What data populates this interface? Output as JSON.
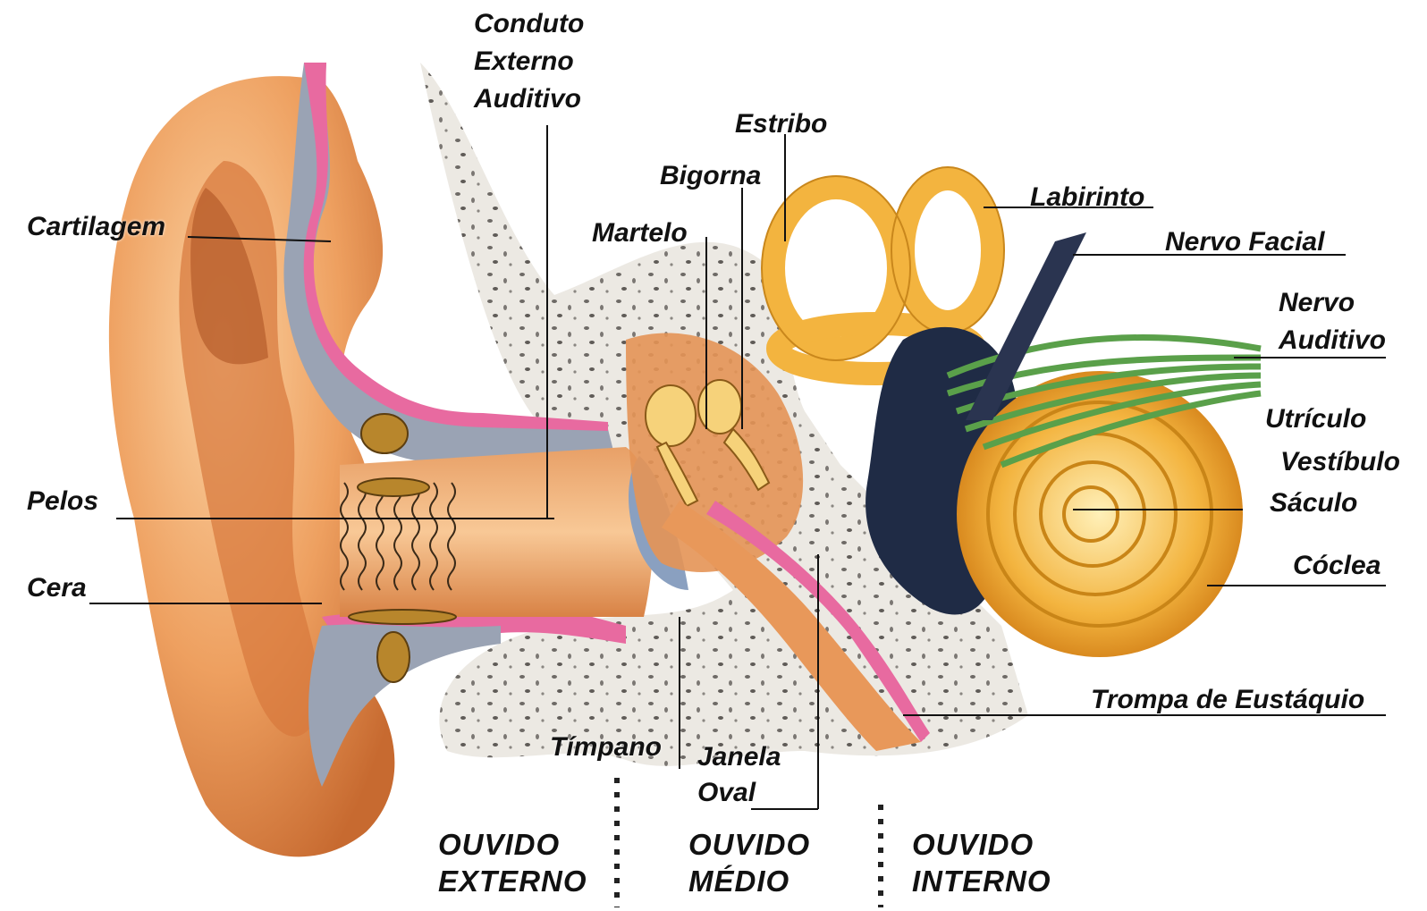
{
  "labels": {
    "conduto_line1": "Conduto",
    "conduto_line2": "Externo",
    "conduto_line3": "Auditivo",
    "estribo": "Estribo",
    "bigorna": "Bigorna",
    "martelo": "Martelo",
    "cartilagem": "Cartilagem",
    "labirinto": "Labirinto",
    "nervo_facial": "Nervo Facial",
    "nervo_auditivo_line1": "Nervo",
    "nervo_auditivo_line2": "Auditivo",
    "utriculo": "Utrículo",
    "vestibulo": "Vestíbulo",
    "saculo": "Sáculo",
    "pelos": "Pelos",
    "cera": "Cera",
    "coclea": "Cóclea",
    "trompa": "Trompa de Eustáquio",
    "timpano": "Tímpano",
    "janela_line1": "Janela",
    "janela_line2": "Oval"
  },
  "sections": {
    "externo_line1": "OUVIDO",
    "externo_line2": "EXTERNO",
    "medio_line1": "OUVIDO",
    "medio_line2": "MÉDIO",
    "interno_line1": "OUVIDO",
    "interno_line2": "INTERNO"
  },
  "colors": {
    "skin": "#e8985a",
    "skin_light": "#f6c38c",
    "cartilage": "#9aa3b4",
    "pink": "#e86aa0",
    "bone": "#e9e6e1",
    "cochlea": "#f3b43f",
    "nerve": "#5aa04a",
    "vestibule": "#1f2b45"
  }
}
